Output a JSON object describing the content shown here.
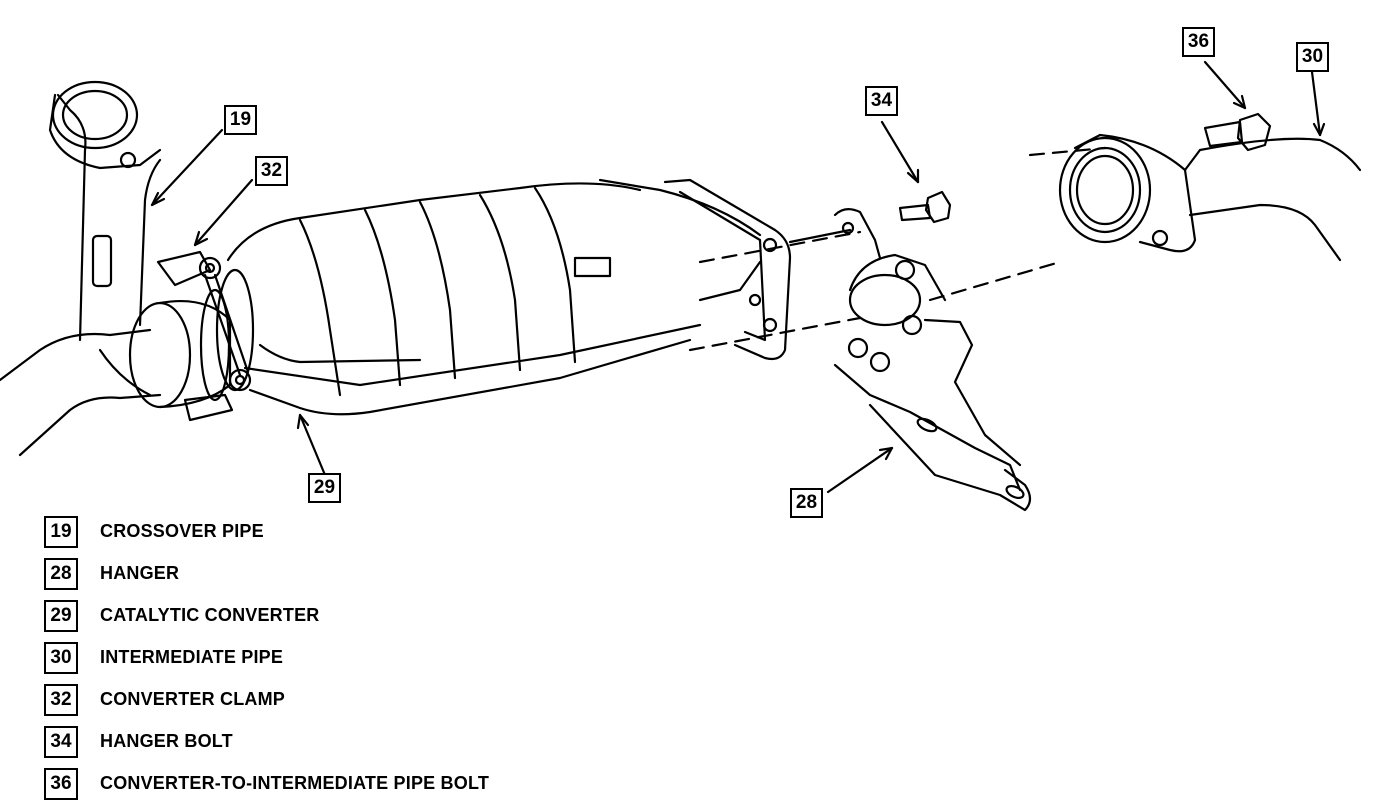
{
  "callouts": {
    "c19": "19",
    "c32": "32",
    "c29": "29",
    "c34": "34",
    "c28": "28",
    "c36": "36",
    "c30": "30"
  },
  "legend": [
    {
      "num": "19",
      "text": "CROSSOVER PIPE"
    },
    {
      "num": "28",
      "text": "HANGER"
    },
    {
      "num": "29",
      "text": "CATALYTIC CONVERTER"
    },
    {
      "num": "30",
      "text": "INTERMEDIATE PIPE"
    },
    {
      "num": "32",
      "text": "CONVERTER CLAMP"
    },
    {
      "num": "34",
      "text": "HANGER BOLT"
    },
    {
      "num": "36",
      "text": "CONVERTER-TO-INTERMEDIATE PIPE BOLT"
    }
  ]
}
